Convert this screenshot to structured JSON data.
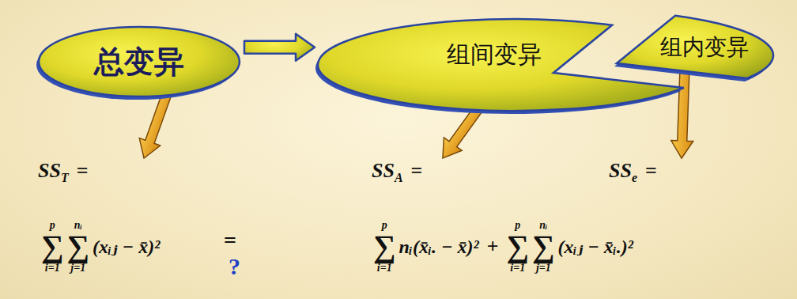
{
  "diagram": {
    "nodes": [
      {
        "text": [
          "总变异"
        ]
      },
      {
        "text": [
          "组间变异"
        ]
      },
      {
        "text": [
          "组内变异"
        ]
      }
    ],
    "edges": [
      {
        "from": 0,
        "to": 1,
        "arrow": "to"
      }
    ],
    "labels": [
      "SS",
      "T",
      "=",
      "SS",
      "A",
      "=",
      "SS",
      "e",
      "=",
      "p",
      "∑",
      "i=1",
      "nᵢ",
      "∑",
      "j=1",
      "(xᵢⱼ − x̄)²",
      "=",
      "?",
      "p",
      "∑",
      "i=1",
      "nᵢ(x̄ᵢ. − x̄)²",
      "+",
      "p",
      "∑",
      "i=1",
      "nᵢ",
      "∑",
      "j=1",
      "(xᵢⱼ − x̄ᵢ.)²"
    ]
  }
}
